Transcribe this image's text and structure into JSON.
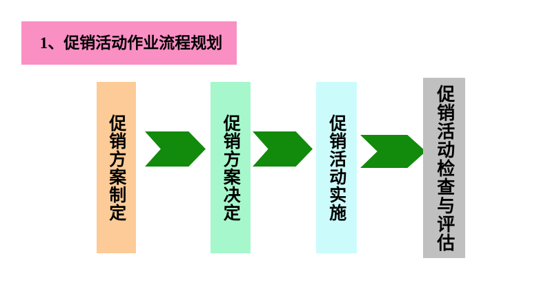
{
  "title": {
    "text": "1、促销活动作业流程规划",
    "background_color": "#FA8FC4",
    "text_color": "#000000"
  },
  "colors": {
    "arrow_green": "#128A0C",
    "box1_bg": "#FCCB97",
    "box2_bg": "#A6F7CC",
    "box3_bg": "#CCFBFC",
    "box4_bg": "#C0C0C0",
    "page_bg": "#FFFFFF"
  },
  "flow": {
    "steps": [
      {
        "id": "step-1",
        "label": "促销方案制定",
        "color": "#FCCB97"
      },
      {
        "id": "step-2",
        "label": "促销方案决定",
        "color": "#A6F7CC"
      },
      {
        "id": "step-3",
        "label": "促销活动实施",
        "color": "#CCFBFC"
      },
      {
        "id": "step-4",
        "label": "促销活动检查与评估",
        "color": "#C0C0C0"
      }
    ],
    "connectors": [
      {
        "id": "connector-1",
        "icon": "chevron-right-arrow",
        "color": "#128A0C"
      },
      {
        "id": "connector-2",
        "icon": "chevron-right-arrow",
        "color": "#128A0C"
      },
      {
        "id": "connector-3",
        "icon": "chevron-right-arrow",
        "color": "#128A0C"
      }
    ]
  }
}
